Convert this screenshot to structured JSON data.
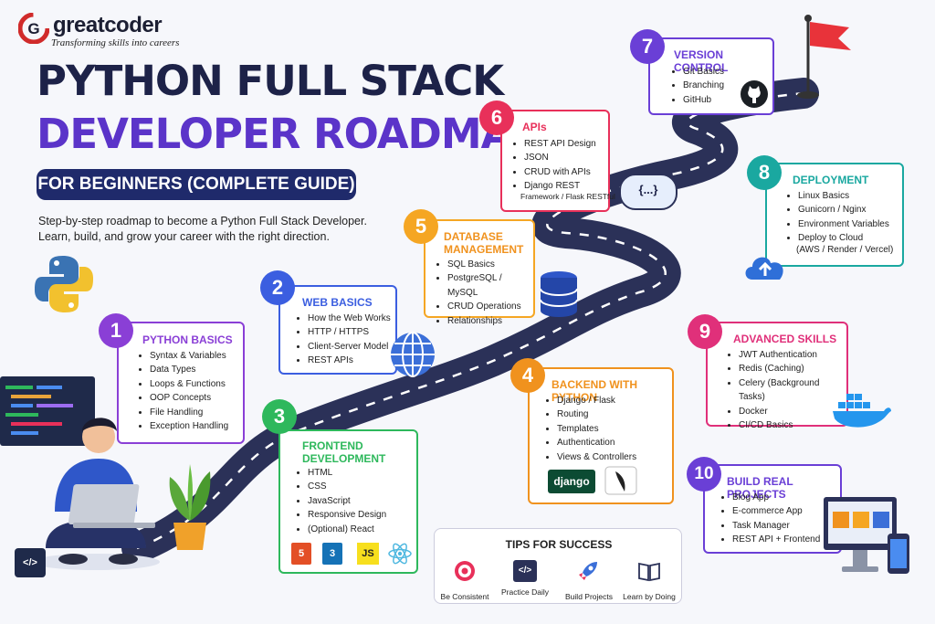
{
  "brand": {
    "logo_letter": "G",
    "name": "greatcoder",
    "tagline": "Transforming skills into careers"
  },
  "title": {
    "line1": "PYTHON FULL STACK",
    "line2": "DEVELOPER ROADMAP",
    "subtitle": "FOR BEGINNERS (COMPLETE GUIDE)",
    "intro": "Step-by-step roadmap to become a Python Full Stack Developer. Learn, build, and grow your career with the right direction."
  },
  "colors": {
    "navy": "#1d2248",
    "purple": "#5b34c9",
    "road": "#2b3158",
    "step1": "#8a3fd6",
    "step2": "#3b5ee0",
    "step3": "#2eb85c",
    "step4": "#f0921e",
    "step5": "#f5a623",
    "step6": "#e8305a",
    "step7": "#6a3fd6",
    "step8": "#1aa8a0",
    "step9": "#e0307a",
    "step10": "#6a3fd6"
  },
  "steps": [
    {
      "num": "1",
      "title": "PYTHON BASICS",
      "items": [
        "Syntax & Variables",
        "Data Types",
        "Loops & Functions",
        "OOP Concepts",
        "File Handling",
        "Exception Handling"
      ]
    },
    {
      "num": "2",
      "title": "WEB BASICS",
      "items": [
        "How the Web Works",
        "HTTP / HTTPS",
        "Client-Server Model",
        "REST APIs"
      ]
    },
    {
      "num": "3",
      "title_l1": "FRONTEND",
      "title_l2": "DEVELOPMENT",
      "items": [
        "HTML",
        "CSS",
        "JavaScript",
        "Responsive Design",
        "(Optional) React"
      ]
    },
    {
      "num": "4",
      "title": "BACKEND WITH PYTHON",
      "items": [
        "Django / Flask",
        "Routing",
        "Templates",
        "Authentication",
        "Views & Controllers"
      ]
    },
    {
      "num": "5",
      "title_l1": "DATABASE",
      "title_l2": "MANAGEMENT",
      "items": [
        "SQL Basics",
        "PostgreSQL / MySQL",
        "CRUD Operations",
        "Relationships"
      ]
    },
    {
      "num": "6",
      "title": "APIs",
      "items": [
        "REST API Design",
        "JSON",
        "CRUD with APIs",
        "Django REST"
      ],
      "extra": "Framework / Flask RESTful"
    },
    {
      "num": "7",
      "title": "VERSION CONTROL",
      "items": [
        "Git Basics",
        "Branching",
        "GitHub"
      ]
    },
    {
      "num": "8",
      "title": "DEPLOYMENT",
      "items": [
        "Linux Basics",
        "Gunicorn / Nginx",
        "Environment Variables",
        "Deploy to Cloud"
      ],
      "extra": "(AWS / Render / Vercel)"
    },
    {
      "num": "9",
      "title": "ADVANCED SKILLS",
      "items": [
        "JWT Authentication",
        "Redis (Caching)",
        "Celery (Background Tasks)",
        "Docker",
        "CI/CD Basics"
      ]
    },
    {
      "num": "10",
      "title": "BUILD REAL PROJECTS",
      "items": [
        "Blog App",
        "E-commerce App",
        "Task Manager",
        "REST API + Frontend"
      ]
    }
  ],
  "badges": {
    "html": "5",
    "css": "3",
    "js": "JS",
    "django": "django",
    "json": "{...}",
    "code": "</>"
  },
  "tips": {
    "title": "TIPS FOR SUCCESS",
    "items": [
      "Be Consistent",
      "Practice Daily",
      "Build Projects",
      "Learn by Doing"
    ]
  }
}
